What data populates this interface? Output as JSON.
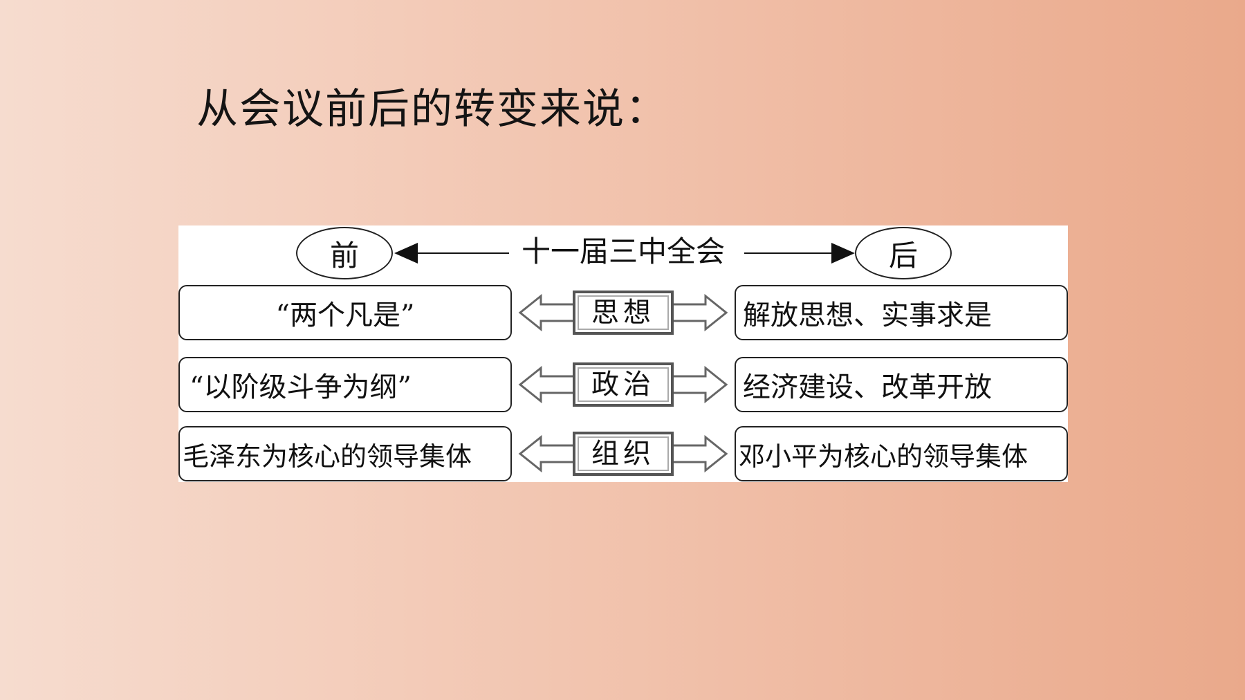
{
  "heading": "从会议前后的转变来说：",
  "diagram": {
    "before_label": "前",
    "center_title": "十一届三中全会",
    "after_label": "后",
    "rows": [
      {
        "before": "“两个凡是”",
        "aspect": "思想",
        "after": "解放思想、实事求是"
      },
      {
        "before": "“以阶级斗争为纲”",
        "aspect": "政治",
        "after": "经济建设、改革开放"
      },
      {
        "before": "毛泽东为核心的领导集体",
        "aspect": "组织",
        "after": "邓小平为核心的领导集体"
      }
    ]
  }
}
